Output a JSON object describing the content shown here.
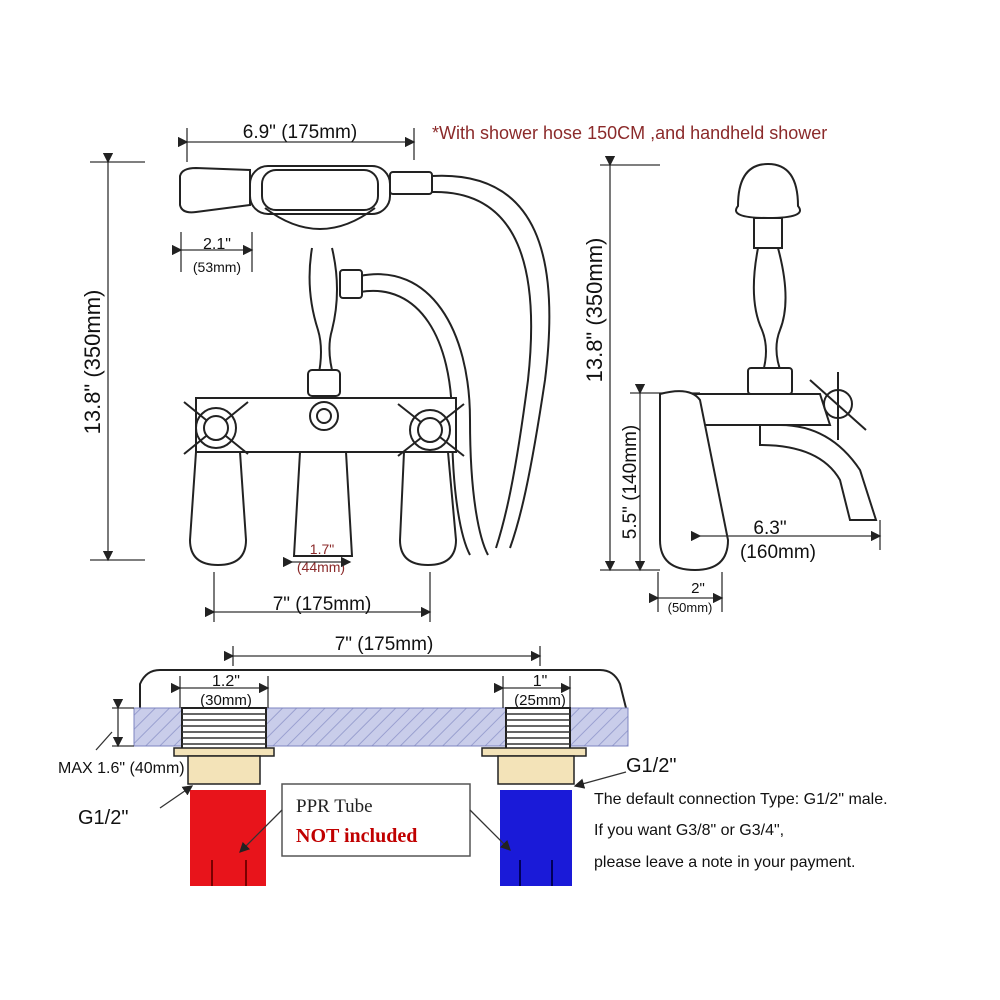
{
  "header_note": "*With shower hose 150CM ,and handheld shower",
  "front_view": {
    "width_top": "6.9\" (175mm)",
    "handset_width_in": "2.1\"",
    "handset_width_mm": "(53mm)",
    "height": "13.8\" (350mm)",
    "leg_width_in": "1.7\"",
    "leg_width_mm": "(44mm)",
    "base_width": "7\" (175mm)"
  },
  "side_view": {
    "height": "13.8\" (350mm)",
    "body_height": "5.5\" (140mm)",
    "spout_reach_in": "6.3\"",
    "spout_reach_mm": "(160mm)",
    "base_in": "2\"",
    "base_mm": "(50mm)"
  },
  "installation": {
    "center_distance": "7\" (175mm)",
    "left_shank_in": "1.2\"",
    "left_shank_mm": "(30mm)",
    "right_shank_in": "1\"",
    "right_shank_mm": "(25mm)",
    "max_thickness": "MAX 1.6\" (40mm)",
    "left_connection": "G1/2\"",
    "right_connection": "G1/2\"",
    "ppr_line1": "PPR Tube",
    "ppr_line2": "NOT included",
    "info_line1": "The default connection Type: G1/2\" male.",
    "info_line2": "If you want G3/8\" or G3/4\",",
    "info_line3": "please leave a note in your payment."
  },
  "colors": {
    "hot_pipe": "#e8141b",
    "cold_pipe": "#1a1ad8",
    "brass_nut": "#f3e3b8",
    "deck": "#c9cdea",
    "note_red": "#8b2a2a",
    "not_included_red": "#c00000"
  }
}
